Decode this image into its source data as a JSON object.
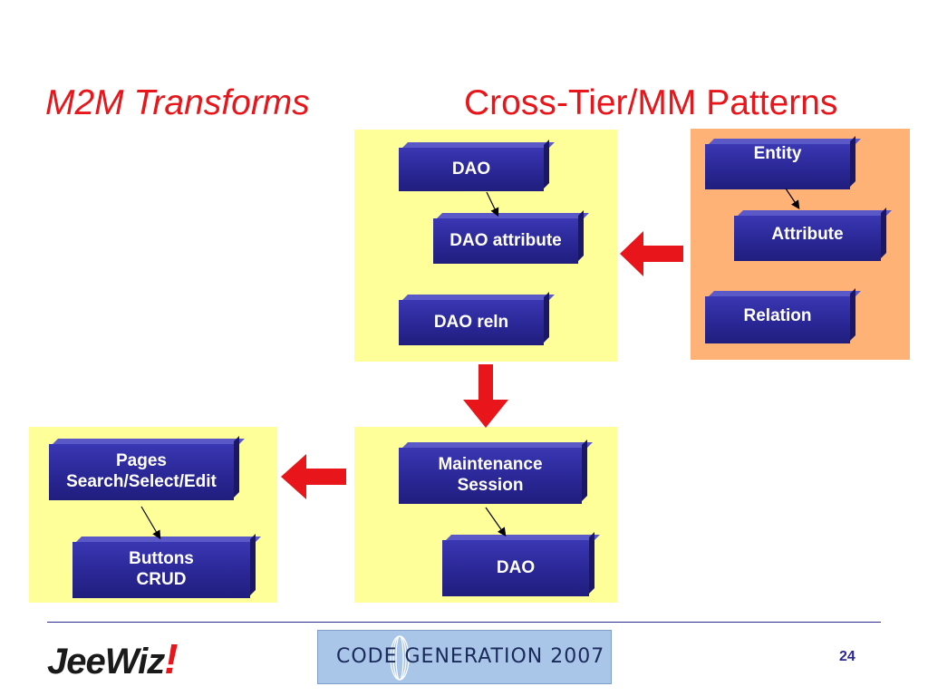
{
  "title_left": "M2M Transforms",
  "title_right": "Cross-Tier/MM Patterns",
  "boxes": {
    "dao_top": "DAO",
    "dao_attribute": "DAO attribute",
    "dao_reln": "DAO reln",
    "entity": "Entity",
    "attribute": "Attribute",
    "relation": "Relation",
    "pages_line1": "Pages",
    "pages_line2": "Search/Select/Edit",
    "buttons_line1": "Buttons",
    "buttons_line2": "CRUD",
    "maintenance_line1": "Maintenance",
    "maintenance_line2": "Session",
    "dao_bottom": "DAO"
  },
  "footer": {
    "logo_text": "JeeWiz",
    "logo_bang": "!",
    "code_gen": "CODE GENERATION 2007",
    "page_number": "24"
  },
  "colors": {
    "title": "#e8151b",
    "box": "#2a2796",
    "yellow_panel": "#ffff99",
    "orange_panel": "#ffb275",
    "arrow": "#e8151b"
  }
}
